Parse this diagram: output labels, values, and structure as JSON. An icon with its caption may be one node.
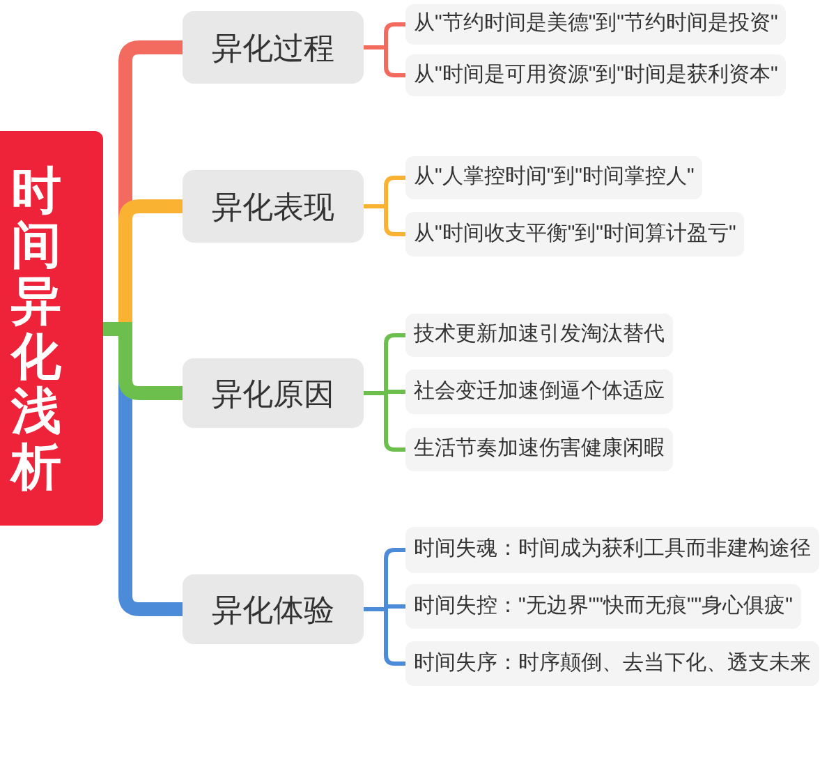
{
  "diagram": {
    "nodes": [
      {
        "text": [
          "时间异化浅析"
        ]
      },
      {
        "text": [
          "异化过程"
        ]
      },
      {
        "text": [
          "从\"节约时间是美德\"到\"节约时间是投资\""
        ]
      },
      {
        "text": [
          "从\"时间是可用资源\"到\"时间是获利资本\""
        ]
      },
      {
        "text": [
          "异化表现"
        ]
      },
      {
        "text": [
          "从\"人掌控时间\"到\"时间掌控人\""
        ]
      },
      {
        "text": [
          "从\"时间收支平衡\"到\"时间算计盈亏\""
        ]
      },
      {
        "text": [
          "异化原因"
        ]
      },
      {
        "text": [
          "技术更新加速引发淘汰替代"
        ]
      },
      {
        "text": [
          "社会变迁加速倒逼个体适应"
        ]
      },
      {
        "text": [
          "生活节奏加速伤害健康闲暇"
        ]
      },
      {
        "text": [
          "异化体验"
        ]
      },
      {
        "text": [
          "时间失魂：时间成为获利工具而非建构途径"
        ]
      },
      {
        "text": [
          "时间失控：\"无边界\"\"快而无痕\"\"身心俱疲\""
        ]
      },
      {
        "text": [
          "时间失序：时序颠倒、去当下化、透支未来"
        ]
      }
    ],
    "edges": [
      {
        "from": 0,
        "to": 1,
        "arrow": "none",
        "style": "thick",
        "color": "#f26b5e"
      },
      {
        "from": 1,
        "to": 2,
        "arrow": "none",
        "color": "#f26b5e"
      },
      {
        "from": 1,
        "to": 3,
        "arrow": "none",
        "color": "#f26b5e"
      },
      {
        "from": 0,
        "to": 4,
        "arrow": "none",
        "style": "thick",
        "color": "#f9b232"
      },
      {
        "from": 4,
        "to": 5,
        "arrow": "none",
        "color": "#f9b232"
      },
      {
        "from": 4,
        "to": 6,
        "arrow": "none",
        "color": "#f9b232"
      },
      {
        "from": 0,
        "to": 7,
        "arrow": "none",
        "style": "thick",
        "color": "#6cbf4c"
      },
      {
        "from": 7,
        "to": 8,
        "arrow": "none",
        "color": "#6cbf4c"
      },
      {
        "from": 7,
        "to": 9,
        "arrow": "none",
        "color": "#6cbf4c"
      },
      {
        "from": 7,
        "to": 10,
        "arrow": "none",
        "color": "#6cbf4c"
      },
      {
        "from": 0,
        "to": 11,
        "arrow": "none",
        "style": "thick",
        "color": "#4b8bd8"
      },
      {
        "from": 11,
        "to": 12,
        "arrow": "none",
        "color": "#4b8bd8"
      },
      {
        "from": 11,
        "to": 13,
        "arrow": "none",
        "color": "#4b8bd8"
      },
      {
        "from": 11,
        "to": 14,
        "arrow": "none",
        "color": "#4b8bd8"
      }
    ]
  }
}
